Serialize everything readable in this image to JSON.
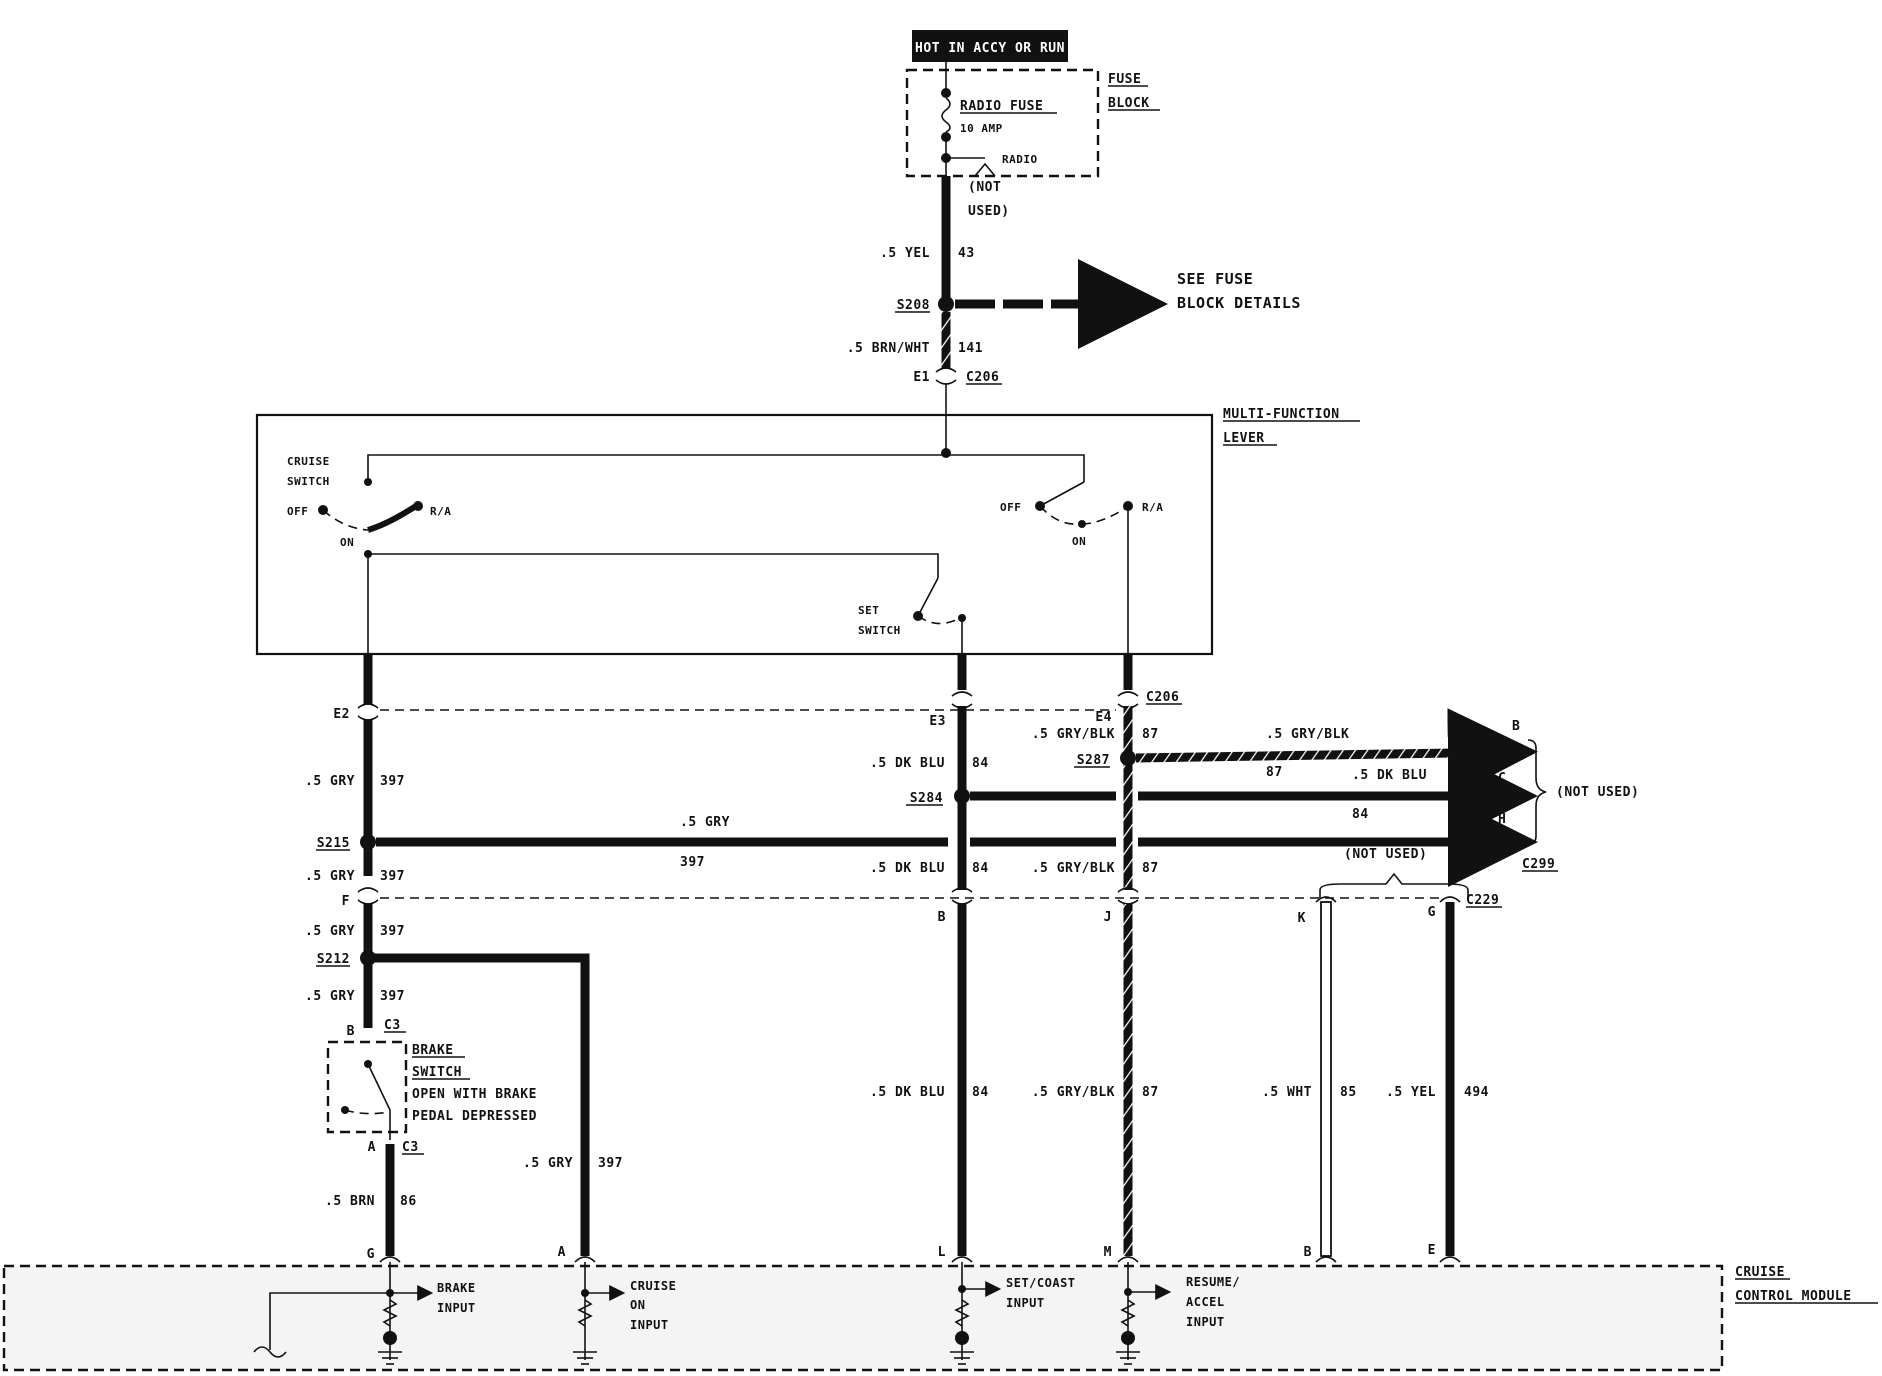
{
  "power": {
    "title": "HOT IN ACCY OR RUN"
  },
  "fuse_block": {
    "name_line1": "FUSE",
    "name_line2": "BLOCK",
    "fuse_label": "RADIO FUSE",
    "fuse_rating": "10 AMP",
    "radio_label": "RADIO",
    "not_used_1": "(NOT",
    "not_used_2": "USED)"
  },
  "wires": {
    "w43_color": ".5 YEL",
    "w43_num": "43",
    "w141_color": ".5 BRN/WHT",
    "w141_num": "141",
    "gry": ".5 GRY",
    "gry_num": "397",
    "dkblu": ".5 DK BLU",
    "dkblu_num": "84",
    "grblk": ".5 GRY/BLK",
    "grblk_num": "87",
    "wht": ".5 WHT",
    "wht_num": "85",
    "yel": ".5 YEL",
    "yel_num": "494",
    "brn": ".5 BRN",
    "brn_num": "86"
  },
  "splices": {
    "s208": "S208",
    "s215": "S215",
    "s212": "S212",
    "s284": "S284",
    "s287": "S287"
  },
  "see_fuse": {
    "line1": "SEE FUSE",
    "line2": "BLOCK DETAILS"
  },
  "connectors": {
    "c206": "C206",
    "c299": "C299",
    "c229": "C229",
    "c3": "C3",
    "e1": "E1",
    "e2": "E2",
    "e3": "E3",
    "e4": "E4",
    "f": "F",
    "b": "B",
    "j": "J",
    "k": "K",
    "g": "G",
    "a": "A",
    "l": "L",
    "m": "M",
    "e": "E",
    "c": "C",
    "h": "H"
  },
  "mfl": {
    "name_line1": "MULTI-FUNCTION",
    "name_line2": "LEVER",
    "cruise_1": "CRUISE",
    "cruise_2": "SWITCH",
    "off": "OFF",
    "on": "ON",
    "ra": "R/A",
    "set_1": "SET",
    "set_2": "SWITCH"
  },
  "not_used": "(NOT USED)",
  "brake_switch": {
    "name_1": "BRAKE",
    "name_2": "SWITCH",
    "desc_1": "OPEN WITH BRAKE",
    "desc_2": "PEDAL DEPRESSED"
  },
  "module": {
    "name_1": "CRUISE",
    "name_2": "CONTROL MODULE",
    "brake_1": "BRAKE",
    "brake_2": "INPUT",
    "cruise_1": "CRUISE",
    "cruise_2": "ON",
    "cruise_3": "INPUT",
    "set_1": "SET/COAST",
    "set_2": "INPUT",
    "res_1": "RESUME/",
    "res_2": "ACCEL",
    "res_3": "INPUT"
  }
}
